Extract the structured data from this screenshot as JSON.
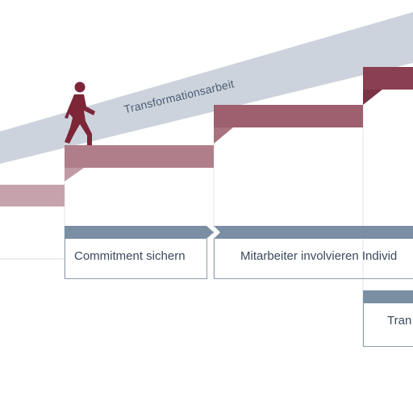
{
  "band": {
    "label": "Transformationsarbeit"
  },
  "phases": [
    {
      "label": "Commitment sichern"
    },
    {
      "label": "Mitarbeiter involvieren Individ"
    },
    {
      "label": "Tran"
    }
  ],
  "colors": {
    "band": "#cdd3dd",
    "step_light": "#c6a3ac",
    "step_mid": "#a9727f",
    "step_dark": "#8b3f52",
    "step_shade": "#7a3346",
    "tab": "#7a8ea4",
    "box_border": "#8d9bab",
    "figure": "#7d2638",
    "baseline": "#d9dde3"
  },
  "icons": {
    "walker": "walking-person-icon"
  }
}
